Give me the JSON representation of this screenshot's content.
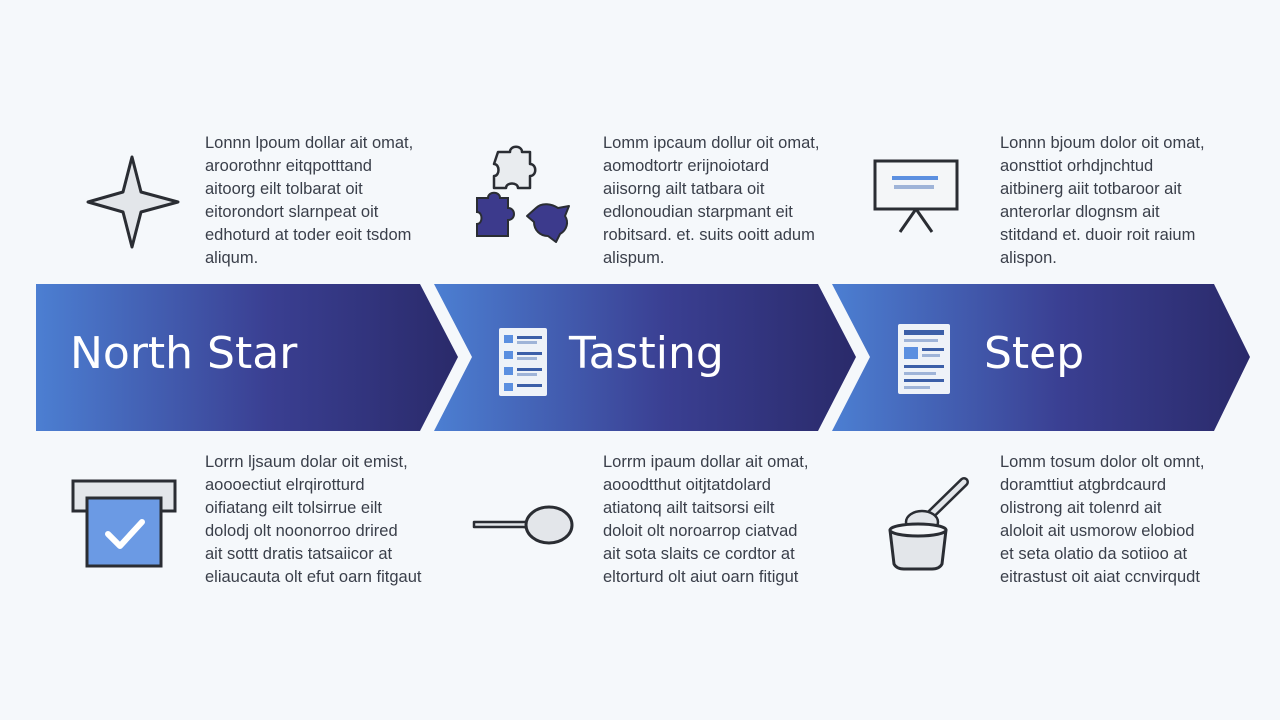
{
  "steps": [
    {
      "title": "North Star",
      "top_icon": "four-point-star-icon",
      "bottom_icon": "checked-ballot-box-icon",
      "top_text": [
        "Lonnn lpoum dollar ait omat,",
        "aroorothnr eitqpotttand",
        "aitoorg eilt tolbarat oit",
        "eitorondort slarnpeat oit",
        "edhoturd at toder eoit tsdom",
        "aliqum."
      ],
      "bottom_text": [
        "Lorrn ljsaum dolar oit emist,",
        "aoooectiut elrqirotturd",
        "oifiatang eilt tolsirrue eilt",
        "dolodj olt noonorroo drired",
        "ait sottt dratis tatsaiicor at",
        "eliaucauta olt efut oarn fitgaut"
      ]
    },
    {
      "title": "Tasting",
      "title_icon": "checklist-document-icon",
      "top_icon": "puzzle-pieces-icon",
      "bottom_icon": "spoon-icon",
      "top_text": [
        "Lomm ipcaum dollur oit omat,",
        "aomodtortr erijnoiotard",
        "aiisorng ailt tatbara oit",
        "edlonoudian starpmant eit",
        "robitsard. et. suits ooitt adum",
        "alispum."
      ],
      "bottom_text": [
        "Lorrm ipaum dollar ait omat,",
        "aooodtthut oitjtatdolard",
        "atiatonq ailt taitsorsi eilt",
        "doloit olt noroarrop ciatvad",
        "ait sota slaits ce cordtor at",
        "eltorturd olt aiut oarn fitigut"
      ]
    },
    {
      "title": "Step",
      "title_icon": "form-document-icon",
      "top_icon": "presentation-board-icon",
      "bottom_icon": "mortar-pestle-icon",
      "top_text": [
        "Lonnn bjoum dolor oit omat,",
        "aonsttiot orhdjnchtud",
        "aitbinerg aiit totbaroor ait",
        "anterorlar dlognsm ait",
        "stitdand et. duoir roit raium",
        "alispon."
      ],
      "bottom_text": [
        "Lomm tosum dolor olt omnt,",
        "doramttiut atgbrdcaurd",
        "olistrong ait tolenrd ait",
        "aloloit ait usmorow elobiod",
        "et seta olatio da sotiioo at",
        "eitrastust oit aiat ccnvirqudt"
      ]
    }
  ],
  "colors": {
    "background": "#f5f8fb",
    "chevron_left": "#4c7fd2",
    "chevron_right": "#2a2a6a",
    "icon_purple": "#3c3a8c",
    "icon_blue": "#5b8fe0",
    "icon_grey": "#e3e6ea",
    "icon_outline": "#2a2d33"
  }
}
